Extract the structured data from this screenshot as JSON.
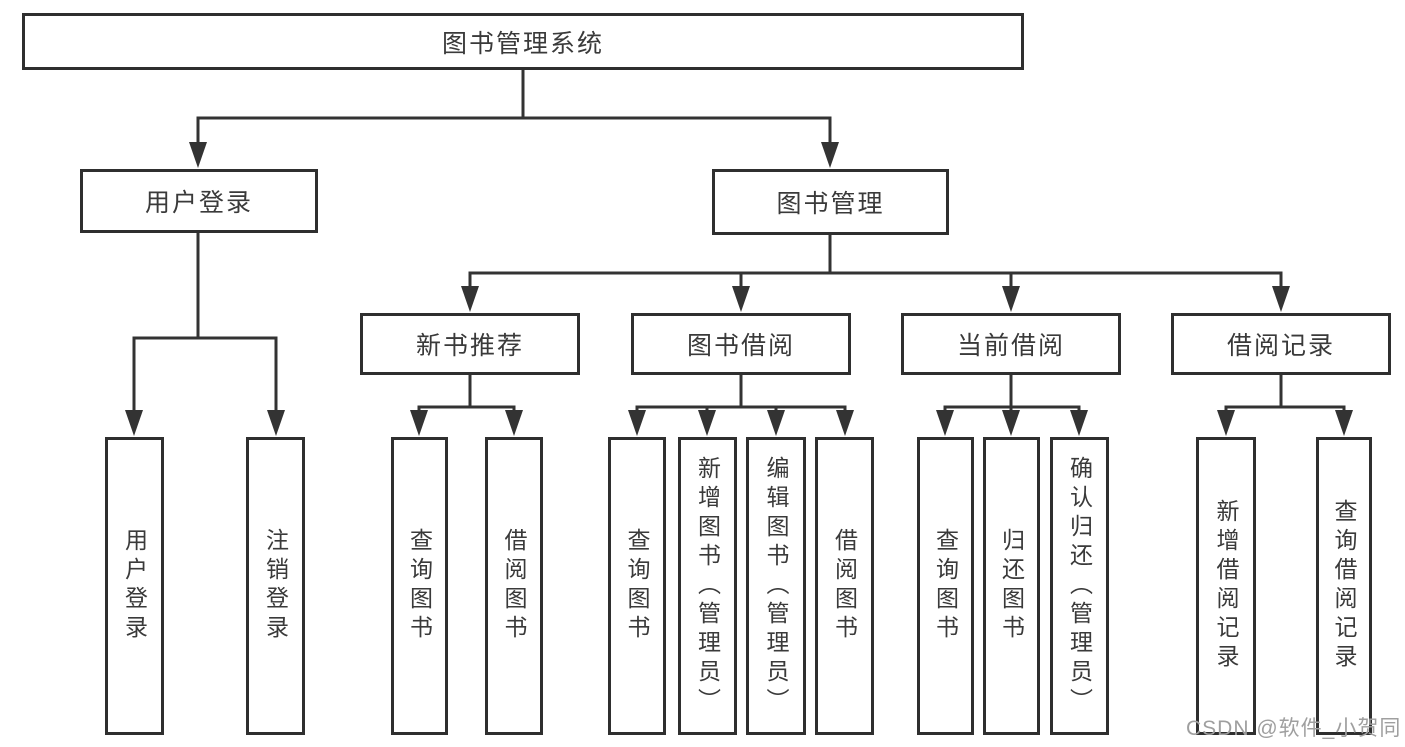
{
  "colors": {
    "line": "#333333",
    "box_border": "#2f2f2f",
    "text": "#3a3a3a",
    "watermark": "#9f9f9f",
    "background": "#ffffff"
  },
  "watermark": {
    "text": "CSDN @软件_小贺同学"
  },
  "nodes": {
    "root": "图书管理系统",
    "user_login": "用户登录",
    "book_mgmt": "图书管理",
    "new_book_rec": "新书推荐",
    "book_borrow": "图书借阅",
    "current_borrow": "当前借阅",
    "borrow_record": "借阅记录",
    "leaf_user_login": "用户登录",
    "leaf_logout": "注销登录",
    "leaf_rec_query_book": "查询图书",
    "leaf_rec_borrow_book": "借阅图书",
    "leaf_bb_query_book": "查询图书",
    "leaf_bb_add_book": "新增图书（管理员）",
    "leaf_bb_edit_book": "编辑图书（管理员）",
    "leaf_bb_borrow_book": "借阅图书",
    "leaf_cb_query_book": "查询图书",
    "leaf_cb_return_book": "归还图书",
    "leaf_cb_confirm_return": "确认归还（管理员）",
    "leaf_br_add_record": "新增借阅记录",
    "leaf_br_query_record": "查询借阅记录"
  }
}
